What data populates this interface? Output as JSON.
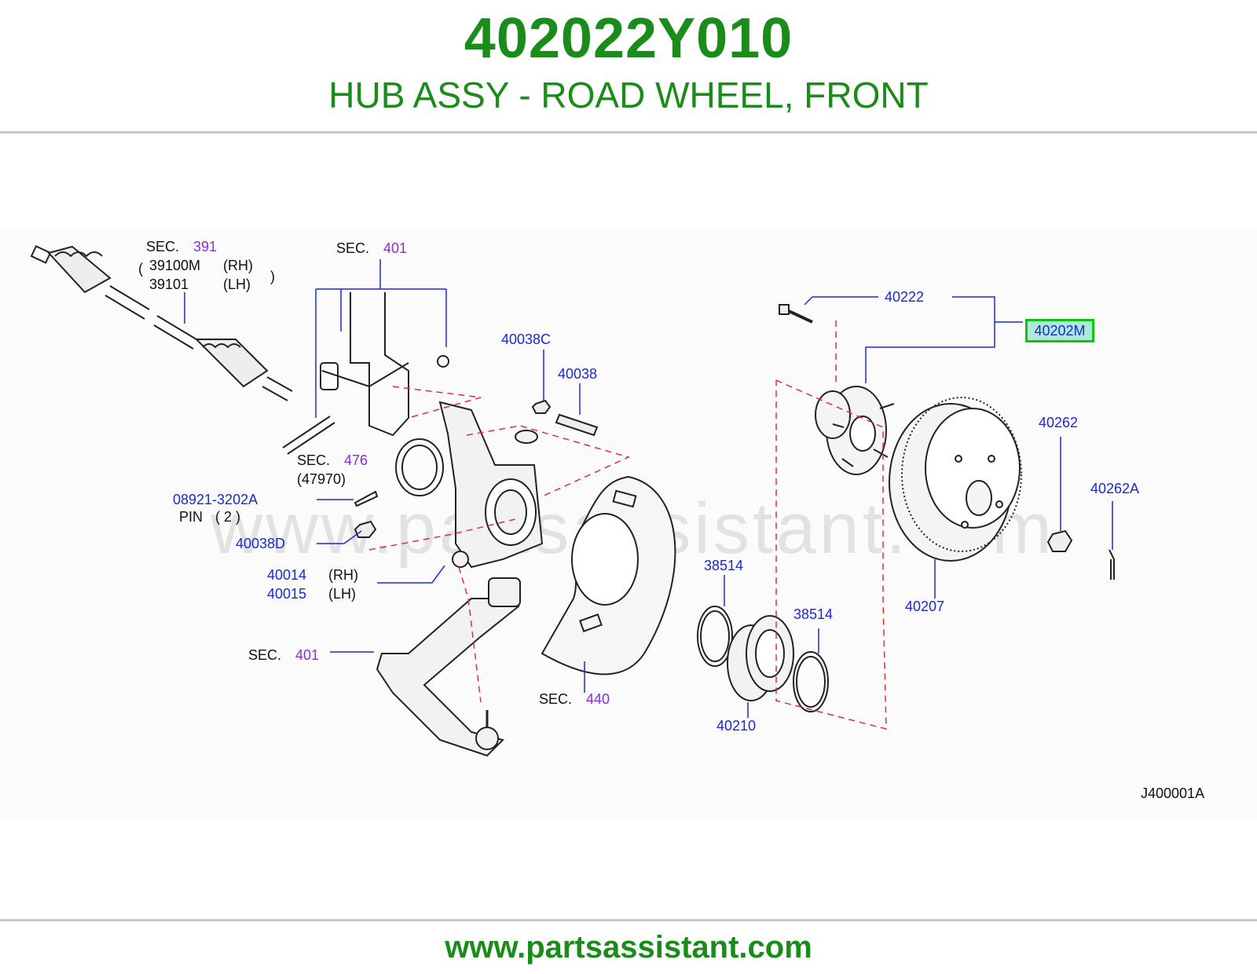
{
  "header": {
    "part_number": "402022Y010",
    "part_name": "HUB ASSY - ROAD WHEEL, FRONT"
  },
  "footer": {
    "url": "www.partsassistant.com"
  },
  "diagram": {
    "watermark": "www.partsassistant.com",
    "figure_code": "J400001A",
    "highlighted_part": "40202M",
    "labels": {
      "sec_391": "SEC.",
      "sec_391_num": "391",
      "p39100m": "39100M",
      "rh1": "(RH)",
      "p39101": "39101",
      "lh1": "(LH)",
      "sec_401_top": "SEC.",
      "sec_401_top_num": "401",
      "sec_476": "SEC.",
      "sec_476_num": "476",
      "p47970": "(47970)",
      "p08921": "08921-3202A",
      "pin": "PIN",
      "pin_qty": "( 2 )",
      "p40038d": "40038D",
      "p40014": "40014",
      "rh2": "(RH)",
      "p40015": "40015",
      "lh2": "(LH)",
      "sec_401_bot": "SEC.",
      "sec_401_bot_num": "401",
      "p40038c": "40038C",
      "p40038": "40038",
      "sec_440": "SEC.",
      "sec_440_num": "440",
      "p40222": "40222",
      "p38514a": "38514",
      "p38514b": "38514",
      "p40210": "40210",
      "p40207": "40207",
      "p40262": "40262",
      "p40262a": "40262A"
    }
  },
  "colors": {
    "brand_green": "#1a8c1a",
    "part_blue": "#1b2ad0",
    "section_purple": "#8a2be2",
    "highlight_border": "#11c211",
    "leader_red": "#e03030"
  }
}
